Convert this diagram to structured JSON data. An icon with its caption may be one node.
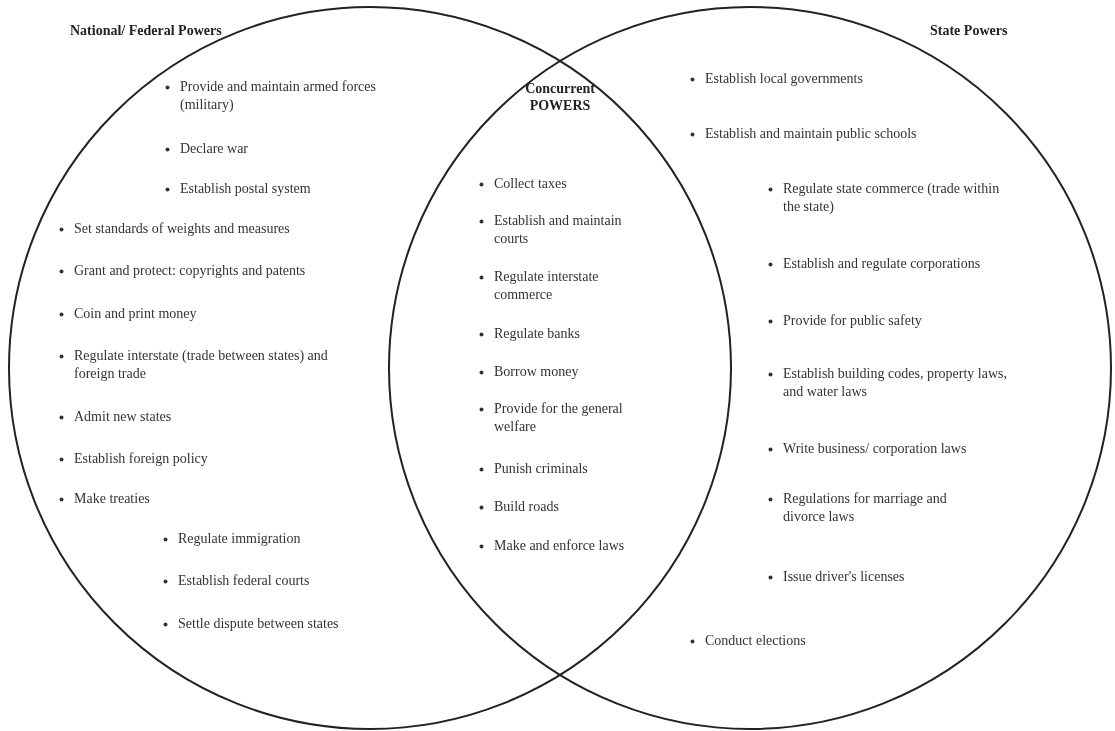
{
  "diagram": {
    "nodes": [
      {
        "text": [
          "National/ Federal Powers",
          "Provide and maintain armed forces (military)",
          "Declare war",
          "Establish postal system",
          "Set standards of weights and measures",
          "Grant and protect: copyrights and patents",
          "Coin and print money",
          "Regulate interstate (trade between states) and foreign trade",
          "Admit new states",
          "Establish foreign policy",
          "Make treaties",
          "Regulate immigration",
          "Establish federal courts",
          "Settle dispute between states"
        ]
      },
      {
        "text": [
          "Concurrent POWERS",
          "Collect taxes",
          "Establish and maintain courts",
          "Regulate interstate commerce",
          "Regulate banks",
          "Borrow money",
          "Provide for the general welfare",
          "Punish criminals",
          "Build roads",
          "Make and enforce laws"
        ]
      },
      {
        "text": [
          "State Powers",
          "Establish local governments",
          "Establish and maintain public schools",
          "Regulate state commerce (trade within the state)",
          "Establish and regulate corporations",
          "Provide for public safety",
          "Establish building codes, property laws, and water laws",
          "Write business/ corporation laws",
          "Regulations for marriage and divorce laws",
          "Issue driver's licenses",
          "Conduct elections"
        ]
      }
    ],
    "edges": []
  }
}
